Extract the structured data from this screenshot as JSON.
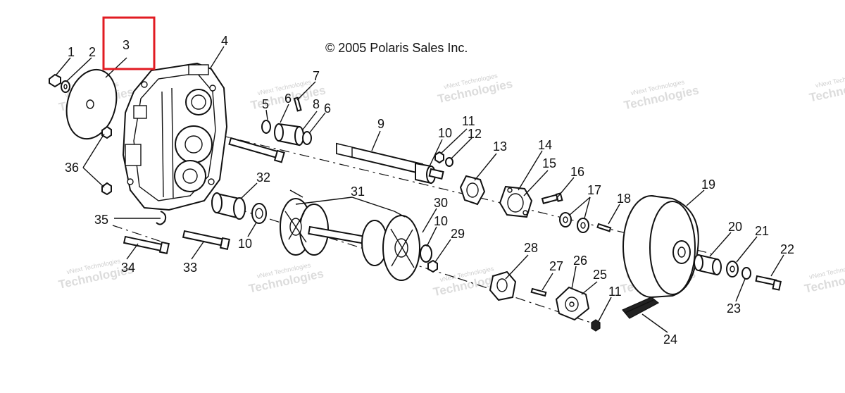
{
  "copyright": "© 2005 Polaris Sales Inc.",
  "watermark": {
    "line1": "vNext Technologies",
    "line2": "Technologies"
  },
  "highlighted_callout": "3",
  "highlight_color": "#e11b22",
  "callouts": {
    "c1": "1",
    "c2": "2",
    "c3": "3",
    "c4": "4",
    "c5": "5",
    "c6a": "6",
    "c6b": "6",
    "c7": "7",
    "c8": "8",
    "c9": "9",
    "c10a": "10",
    "c10b": "10",
    "c10c": "10",
    "c11a": "11",
    "c11b": "11",
    "c12": "12",
    "c13": "13",
    "c14": "14",
    "c15": "15",
    "c16": "16",
    "c17": "17",
    "c18": "18",
    "c19": "19",
    "c20": "20",
    "c21": "21",
    "c22": "22",
    "c23": "23",
    "c24": "24",
    "c25": "25",
    "c26": "26",
    "c27": "27",
    "c28": "28",
    "c29": "29",
    "c30": "30",
    "c31": "31",
    "c32": "32",
    "c33": "33",
    "c34": "34",
    "c35": "35",
    "c36": "36"
  }
}
